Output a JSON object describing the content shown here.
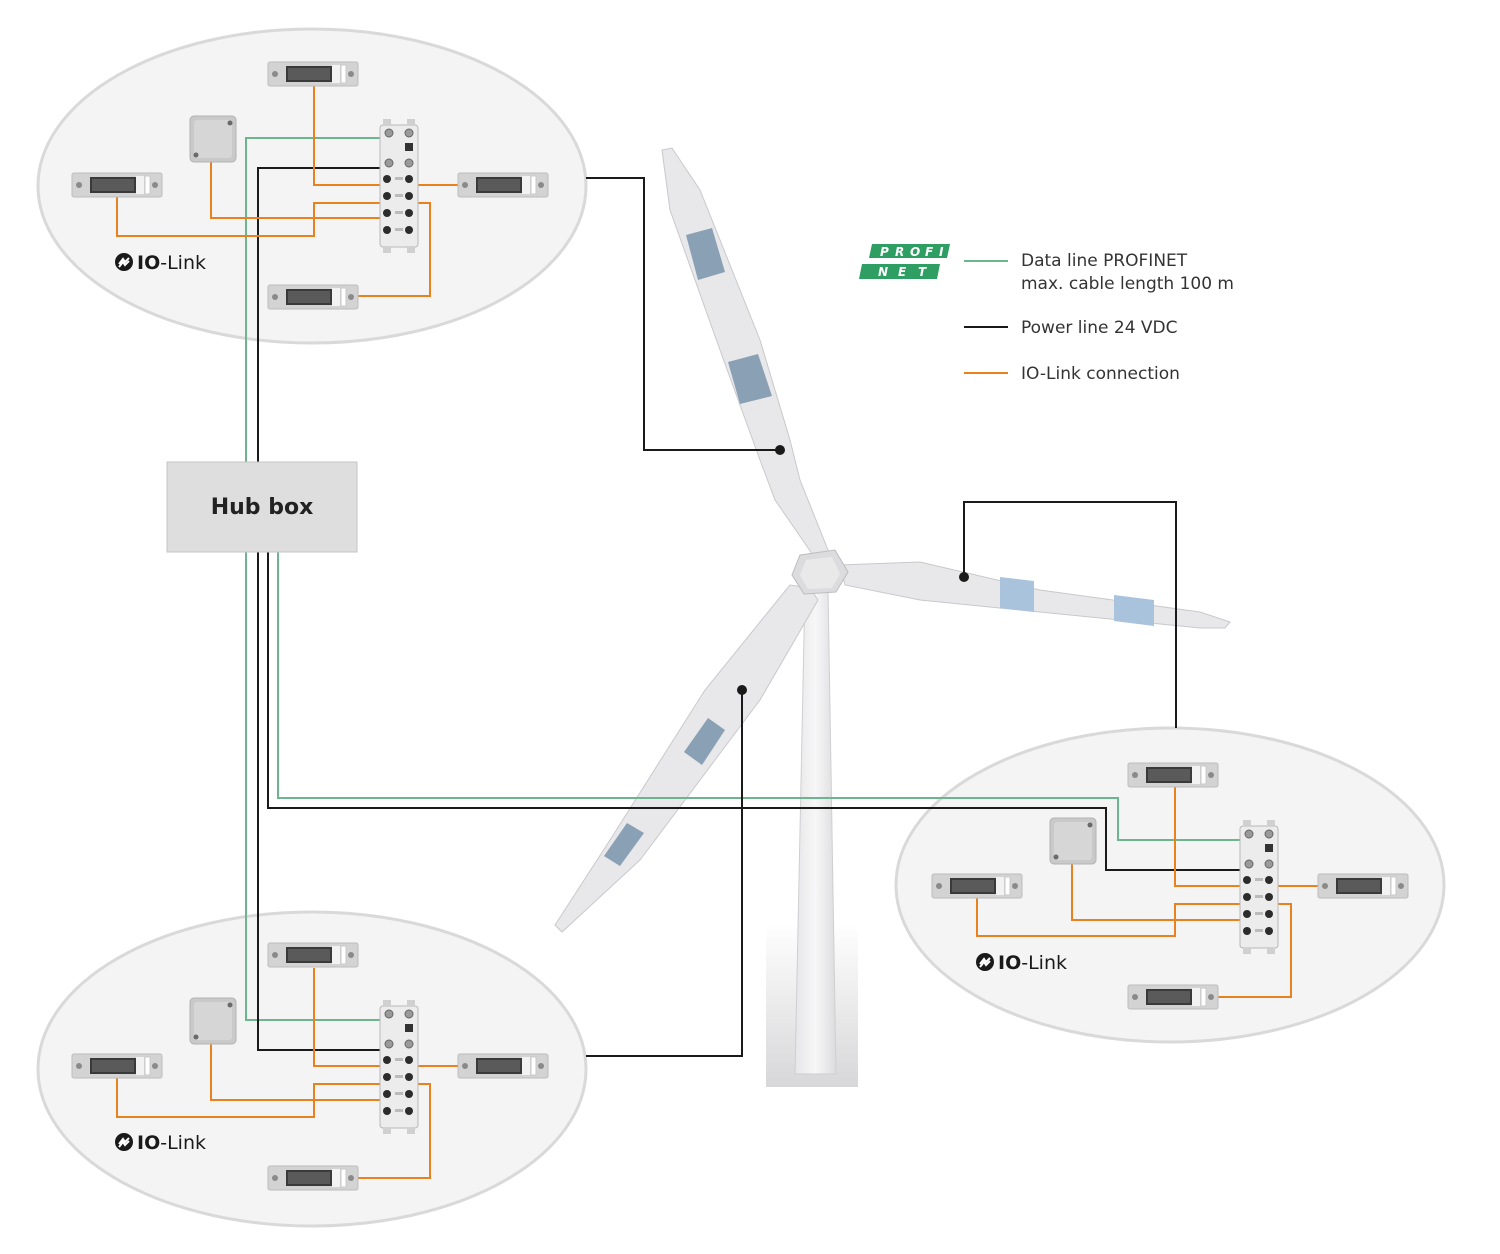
{
  "hub_box": {
    "label": "Hub box"
  },
  "clusters": [
    {
      "id": "top-left",
      "logo": {
        "io": "IO",
        "link": "-Link"
      }
    },
    {
      "id": "bottom-left",
      "logo": {
        "io": "IO",
        "link": "-Link"
      }
    },
    {
      "id": "right",
      "logo": {
        "io": "IO",
        "link": "-Link"
      }
    }
  ],
  "legend": {
    "profinet_logo": {
      "row1": [
        "P",
        "R",
        "O",
        "F",
        "I"
      ],
      "row2": [
        "N",
        "E",
        "T"
      ]
    },
    "items": [
      {
        "key": "data",
        "lines": [
          "Data line PROFINET",
          "max. cable length 100 m"
        ],
        "color": "#6db58e"
      },
      {
        "key": "power",
        "lines": [
          "Power line 24 VDC"
        ],
        "color": "#1a1a1a"
      },
      {
        "key": "iolink",
        "lines": [
          "IO-Link connection"
        ],
        "color": "#e8821e"
      }
    ]
  },
  "colors": {
    "data_line": "#6db58e",
    "power_line": "#1a1a1a",
    "iolink_line": "#e8821e",
    "profinet_green": "#2e9e62",
    "blade_band": "#8aa0b4",
    "blade_band_light": "#a9c3dc",
    "cluster_fill": "#f4f4f4",
    "hub_fill": "#dedede"
  },
  "icons": [
    "io-link-logo-icon",
    "profinet-logo-icon",
    "sensor-icon",
    "module-icon",
    "wind-turbine-icon"
  ]
}
